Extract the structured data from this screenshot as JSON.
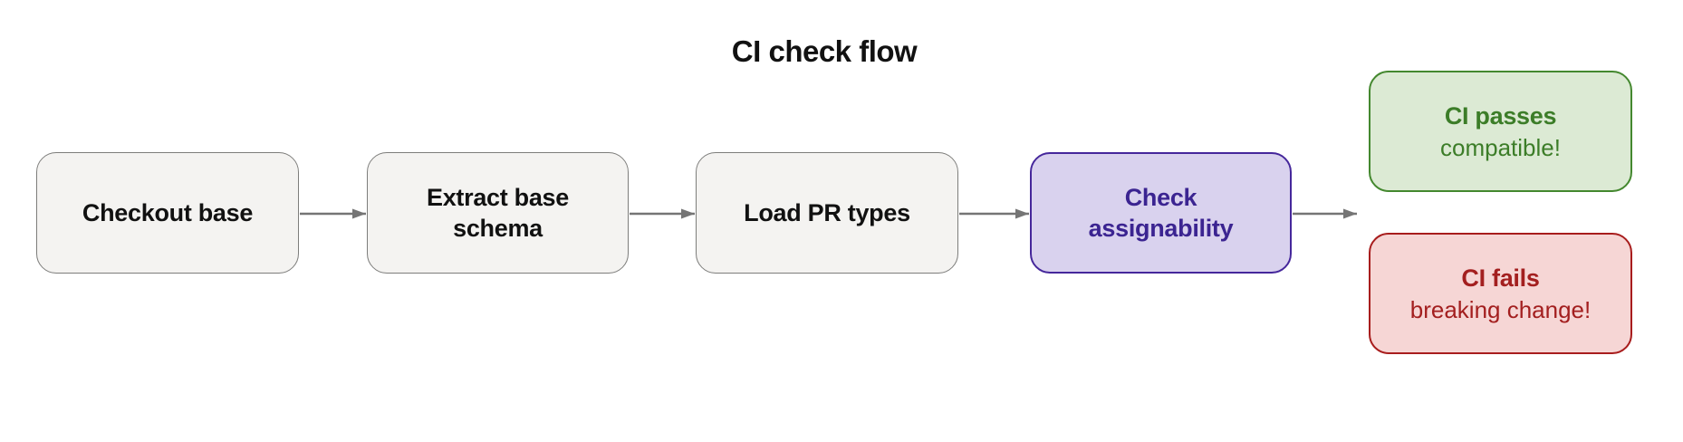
{
  "title": "CI check flow",
  "colors": {
    "title-text": "#111111",
    "node-fill": "#f4f3f1",
    "node-border": "#7d7d7b",
    "node-text": "#111111",
    "active-fill": "#d9d2ee",
    "active-border": "#45279b",
    "active-text": "#3b2491",
    "pass-fill": "#dcead4",
    "pass-border": "#44882f",
    "pass-text": "#3c7d28",
    "fail-fill": "#f6d6d5",
    "fail-border": "#a81d1d",
    "fail-text": "#a31f1f",
    "arrow": "#757575"
  },
  "nodes": {
    "checkout_base": {
      "label": "Checkout base"
    },
    "extract_base_schema": {
      "label": "Extract base schema"
    },
    "load_pr_types": {
      "label": "Load PR types"
    },
    "check_assignability": {
      "label": "Check assignability"
    },
    "ci_passes": {
      "label": "CI passes",
      "sublabel": "compatible!"
    },
    "ci_fails": {
      "label": "CI fails",
      "sublabel": "breaking change!"
    }
  }
}
